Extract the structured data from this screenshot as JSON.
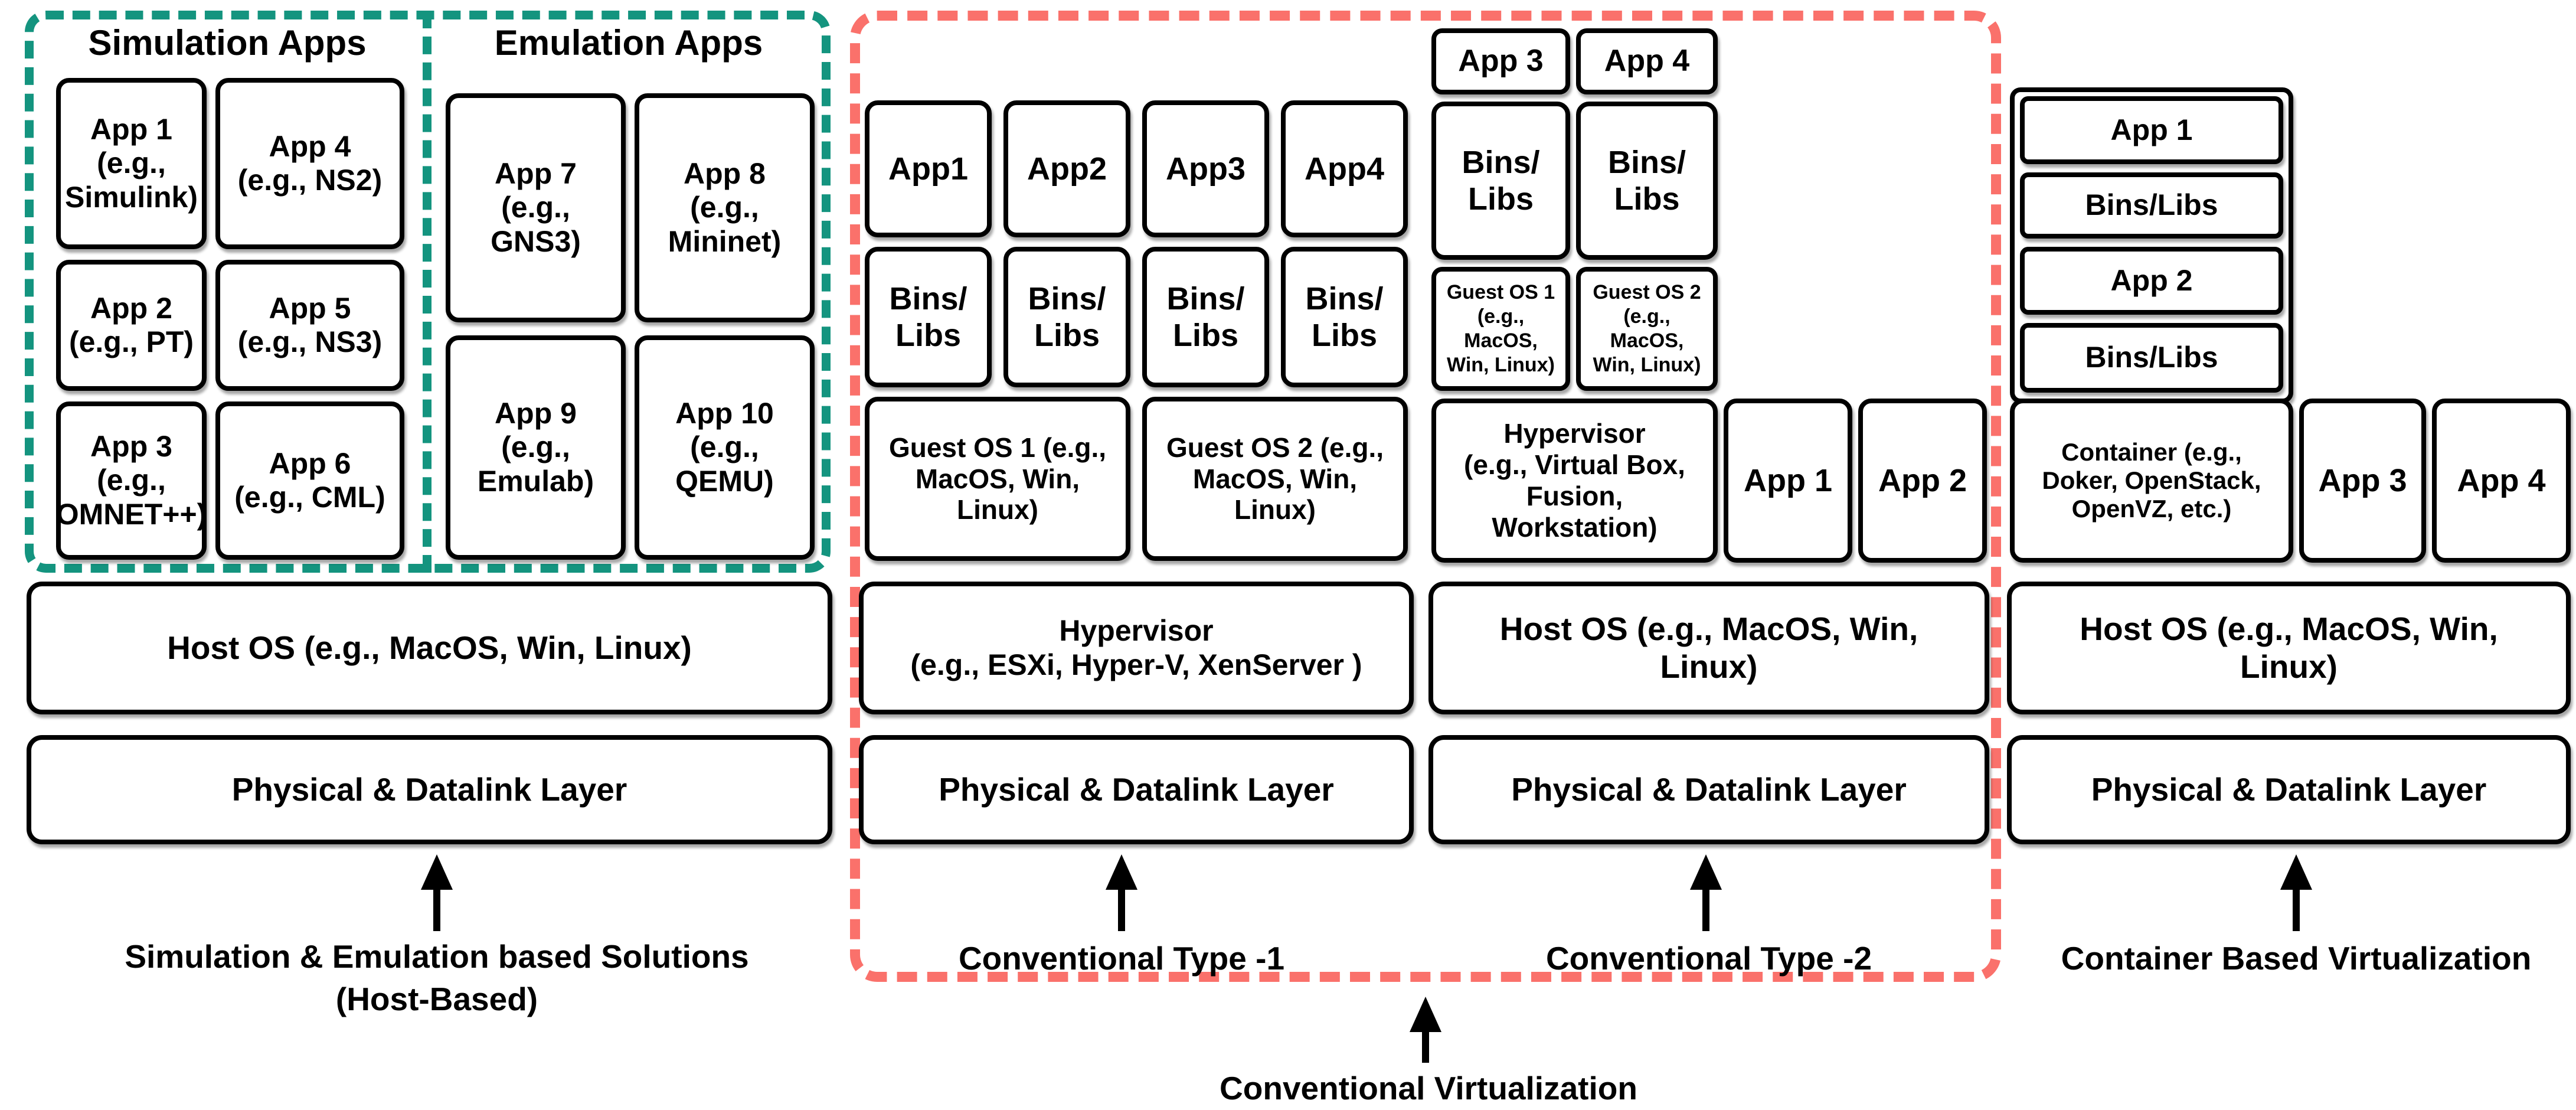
{
  "colors": {
    "teal": "#14947f",
    "pink": "#fa716b",
    "text": "#000000"
  },
  "host_based": {
    "simulation": {
      "title": "Simulation Apps",
      "apps": [
        "App 1\n(e.g.,\nSimulink)",
        "App 4\n(e.g., NS2)",
        "App 2\n(e.g., PT)",
        "App 5\n(e.g., NS3)",
        "App 3\n(e.g.,\nOMNET++)",
        "App 6\n(e.g., CML)"
      ]
    },
    "emulation": {
      "title": "Emulation Apps",
      "apps": [
        "App 7\n(e.g.,\nGNS3)",
        "App 8\n(e.g.,\nMininet)",
        "App 9\n(e.g.,\nEmulab)",
        "App 10\n(e.g.,\nQEMU)"
      ]
    },
    "host_os": "Host OS (e.g., MacOS, Win, Linux)",
    "physical": "Physical & Datalink Layer",
    "label": "Simulation & Emulation based Solutions\n(Host-Based)"
  },
  "type1": {
    "apps": [
      "App1",
      "App2",
      "App3",
      "App4"
    ],
    "bins": "Bins/\nLibs",
    "guests": [
      "Guest OS 1 (e.g.,\nMacOS, Win,\nLinux)",
      "Guest OS 2 (e.g.,\nMacOS, Win,\nLinux)"
    ],
    "hypervisor": "Hypervisor\n(e.g., ESXi, Hyper-V, XenServer )",
    "physical": "Physical & Datalink Layer",
    "label": "Conventional Type -1"
  },
  "type2": {
    "top_apps": [
      "App 3",
      "App 4"
    ],
    "bins": "Bins/\nLibs",
    "guests": [
      "Guest OS 1\n(e.g.,\nMacOS,\nWin, Linux)",
      "Guest OS 2\n(e.g.,\nMacOS,\nWin, Linux)"
    ],
    "hypervisor": "Hypervisor\n(e.g., Virtual Box,\nFusion,\nWorkstation)",
    "side_apps": [
      "App 1",
      "App 2"
    ],
    "host_os": "Host OS (e.g., MacOS, Win,\nLinux)",
    "physical": "Physical & Datalink Layer",
    "label": "Conventional Type -2"
  },
  "container": {
    "stack": [
      "App 1",
      "Bins/Libs",
      "App 2",
      "Bins/Libs"
    ],
    "container_box": "Container (e.g.,\nDoker, OpenStack,\nOpenVZ, etc.)",
    "side_apps": [
      "App 3",
      "App 4"
    ],
    "host_os": "Host OS (e.g., MacOS, Win,\nLinux)",
    "physical": "Physical & Datalink Layer",
    "label": "Container Based Virtualization"
  },
  "bottom": {
    "conventional_virtualization": "Conventional Virtualization"
  }
}
